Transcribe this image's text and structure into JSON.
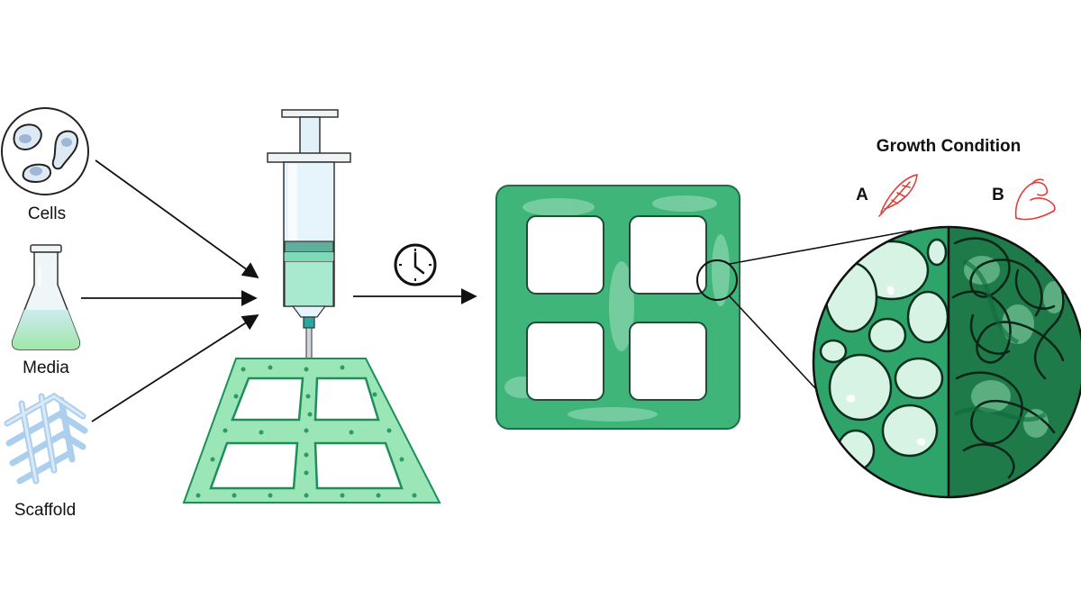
{
  "inputs": {
    "cells": "Cells",
    "media": "Media",
    "scaffold": "Scaffold"
  },
  "growth": {
    "title": "Growth Condition",
    "condition_a": "A",
    "condition_b": "B"
  },
  "icons": {
    "cells": "cells-petri-icon",
    "media": "flask-icon",
    "scaffold": "scaffold-mesh-icon",
    "syringe": "syringe-icon",
    "time": "clock-icon",
    "condition_a": "feather-icon",
    "condition_b": "flexed-arm-icon"
  },
  "colors": {
    "green_light": "#8fe3b0",
    "green_mid": "#2fa86a",
    "green_dark": "#0f6b3c",
    "accent_red": "#d9413a",
    "scaffold_blue": "#7fb6e6"
  }
}
